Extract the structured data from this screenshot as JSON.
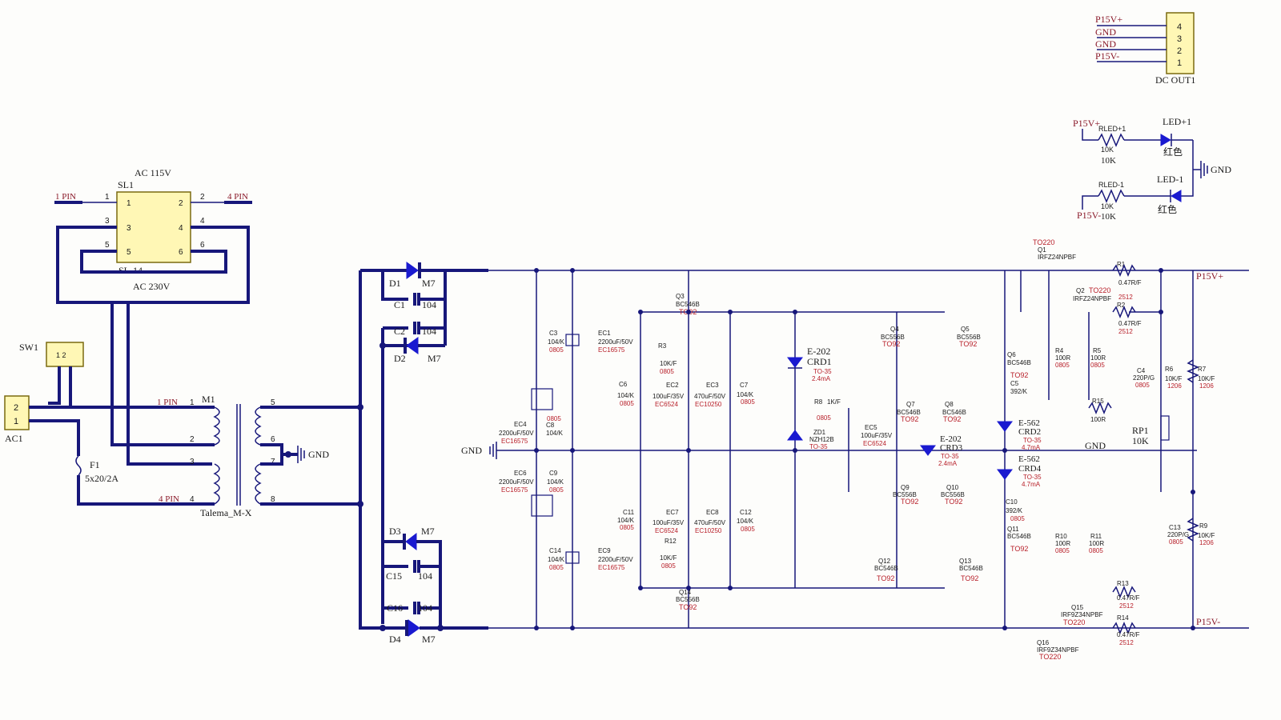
{
  "connector_dc": {
    "pins": [
      "4",
      "3",
      "2",
      "1"
    ],
    "nets": [
      "P15V+",
      "GND",
      "GND",
      "P15V-"
    ],
    "name": "DC OUT1"
  },
  "led_section": {
    "net_top": "P15V+",
    "net_bottom": "P15V-",
    "gnd": "GND",
    "rled_top": "RLED+1",
    "rled_top_val": "10K",
    "rled_top_val2": "10K",
    "rled_bot": "RLED-1",
    "rled_bot_val": "10K",
    "rled_bot_val2": "10K",
    "led_top": "LED+1",
    "led_top_color": "红色",
    "led_bot": "LED-1",
    "led_bot_color": "红色"
  },
  "input": {
    "ac115": "AC 115V",
    "sl1": "SL1",
    "sl14": "SL-14",
    "ac230": "AC 230V",
    "pin1": "1 PIN",
    "pin4": "4 PIN",
    "sl_pins": [
      "1",
      "2",
      "3",
      "4",
      "5",
      "6"
    ],
    "sw1": "SW1",
    "ac1": "AC1",
    "ac1_pins": [
      "2",
      "1"
    ],
    "f1": "F1",
    "f1_val": "5x20/2A",
    "m1": "M1",
    "transformer": "Talema_M-X",
    "tx_pins_left": [
      "1",
      "2",
      "3",
      "4"
    ],
    "tx_pins_right": [
      "5",
      "6",
      "7",
      "8"
    ],
    "tx_pin1_lbl": "1 PIN",
    "tx_pin4_lbl": "4 PIN",
    "gnd": "GND"
  },
  "rectifier": {
    "d1": "D1",
    "d2": "D2",
    "d3": "D3",
    "d4": "D4",
    "m7": "M7",
    "c1": "C1",
    "c2": "C2",
    "c15": "C15",
    "c16": "C16",
    "cval": "104"
  },
  "filter": {
    "c3": "C3",
    "c3v": "104/K",
    "c3p": "0805",
    "ec1": "EC1",
    "ec1v": "2200uF/50V",
    "ec1p": "EC16575",
    "ec4": "EC4",
    "ec4v": "2200uF/50V",
    "ec4p": "EC16575",
    "c8": "C8",
    "c8v": "104/K",
    "c8p": "0805",
    "ec6": "EC6",
    "ec6v": "2200uF/50V",
    "ec6p": "EC16575",
    "c9": "C9",
    "c9v": "104/K",
    "c9p": "0805",
    "c14": "C14",
    "c14v": "104/K",
    "c14p": "0805",
    "ec9": "EC9",
    "ec9v": "2200uF/50V",
    "ec9p": "EC16575",
    "gnd": "GND"
  },
  "regulator": {
    "q3": "Q3",
    "q3v": "BC546B",
    "q3p": "TO92",
    "r3": "R3",
    "r3v": "10K/F",
    "r3p": "0805",
    "c6": "C6",
    "c6v": "104/K",
    "c6p": "0805",
    "ec2": "EC2",
    "ec2v": "100uF/35V",
    "ec2p": "EC6524",
    "ec3": "EC3",
    "ec3v": "470uF/50V",
    "ec3p": "EC10250",
    "c7": "C7",
    "c7v": "104/K",
    "c7p": "0805",
    "c11": "C11",
    "c11v": "104/K",
    "c11p": "0805",
    "ec7": "EC7",
    "ec7v": "100uF/35V",
    "ec7p": "EC6524",
    "ec8": "EC8",
    "ec8v": "470uF/50V",
    "ec8p": "EC10250",
    "c12": "C12",
    "c12v": "104/K",
    "c12p": "0805",
    "r12": "R12",
    "r12v": "10K/F",
    "r12p": "0805",
    "q14": "Q14",
    "q14v": "BC556B",
    "q14p": "TO92",
    "e202a": "E-202",
    "crd1": "CRD1",
    "to35a": "TO-35",
    "ma24a": "2.4mA",
    "r8": "R8",
    "r8v": "1K/F",
    "r8p": "0805",
    "zd1": "ZD1",
    "zd1v": "NZH12B",
    "zd1p": "TO-35",
    "ec5": "EC5",
    "ec5v": "100uF/35V",
    "ec5p": "EC6524",
    "e202b": "E-202",
    "crd3": "CRD3",
    "to35b": "TO-35",
    "ma24b": "2.4mA",
    "q4": "Q4",
    "q4v": "BC556B",
    "q4p": "TO92",
    "q5": "Q5",
    "q5v": "BC556B",
    "q5p": "TO92",
    "q6": "Q6",
    "q6v": "BC546B",
    "q6p": "TO92",
    "c5": "C5",
    "c5v": "392/K",
    "q7": "Q7",
    "q7v": "BC546B",
    "q7p": "TO92",
    "q8": "Q8",
    "q8v": "BC546B",
    "q8p": "TO92",
    "e562a": "E-562",
    "crd2": "CRD2",
    "to35c": "TO-35",
    "ma47a": "4.7mA",
    "e562b": "E-562",
    "crd4": "CRD4",
    "to35d": "TO-35",
    "ma47b": "4.7mA",
    "gnd": "GND",
    "q9": "Q9",
    "q9v": "BC556B",
    "q9p": "TO92",
    "q10": "Q10",
    "q10v": "BC556B",
    "q10p": "TO92",
    "c10": "C10",
    "c10v": "392/K",
    "c10p": "0805",
    "q11": "Q11",
    "q11v": "BC546B",
    "q11p": "TO92",
    "q12": "Q12",
    "q12v": "BC546B",
    "q12p": "TO92",
    "q13": "Q13",
    "q13v": "BC546B",
    "q13p": "TO92"
  },
  "output": {
    "to220a": "TO220",
    "q1": "Q1",
    "q1v": "IRFZ24NPBF",
    "r1": "R1",
    "r1v": "0.47R/F",
    "r1p": "2512",
    "q2": "Q2",
    "q2v": "IRFZ24NPBF",
    "to220b": "TO220",
    "r2": "R2",
    "r2v": "0.47R/F",
    "r2p": "2512",
    "r4": "R4",
    "r4v": "100R",
    "r4p": "0805",
    "r5": "R5",
    "r5v": "100R",
    "r5p": "0805",
    "c4": "C4",
    "c4v": "220P/G",
    "c4p": "0805",
    "r6": "R6",
    "r6v": "10K/F",
    "r6p": "1206",
    "r7": "R7",
    "r7v": "10K/F",
    "r7p": "1206",
    "r15": "R15",
    "r15v": "100R",
    "rp1": "RP1",
    "rp1v": "10K",
    "p15p": "P15V+",
    "p15n": "P15V-",
    "c13": "C13",
    "c13v": "220P/G",
    "c13p": "0805",
    "r9": "R9",
    "r9v": "10K/F",
    "r9p": "1206",
    "r10": "R10",
    "r10v": "100R",
    "r10p": "0805",
    "r11": "R11",
    "r11v": "100R",
    "r11p": "0805",
    "r13": "R13",
    "r13v": "0.47R/F",
    "r13p": "2512",
    "q15": "Q15",
    "q15v": "IRF9Z34NPBF",
    "to220c": "TO220",
    "r14": "R14",
    "r14v": "0.47R/F",
    "r14p": "2512",
    "q16": "Q16",
    "q16v": "IRF9Z34NPBF",
    "to220d": "TO220"
  }
}
